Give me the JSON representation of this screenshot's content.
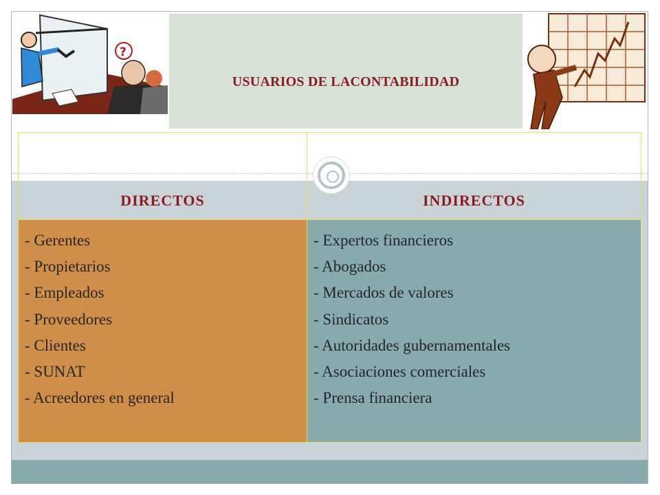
{
  "slide": {
    "title": "USUARIOS DE LACONTABILIDAD"
  },
  "illustrations": {
    "left": "presenter-meeting-clipart",
    "right": "businessman-growth-chart-clipart"
  },
  "table": {
    "headers": [
      "DIRECTOS",
      "INDIRECTOS"
    ],
    "directos": [
      "- Gerentes",
      "- Propietarios",
      "- Empleados",
      "- Proveedores",
      "- Clientes",
      "- SUNAT",
      "- Acreedores en general"
    ],
    "indirectos": [
      "- Expertos financieros",
      "- Abogados",
      "- Mercados de valores",
      "- Sindicatos",
      "- Autoridades gubernamentales",
      "- Asociaciones comerciales",
      "- Prensa financiera"
    ]
  },
  "colors": {
    "title_text": "#8b1b1f",
    "title_box": "#d7e1d6",
    "directos_fill": "#d08f48",
    "indirectos_fill": "#88aaac",
    "header_fill": "#c9d4d8"
  }
}
